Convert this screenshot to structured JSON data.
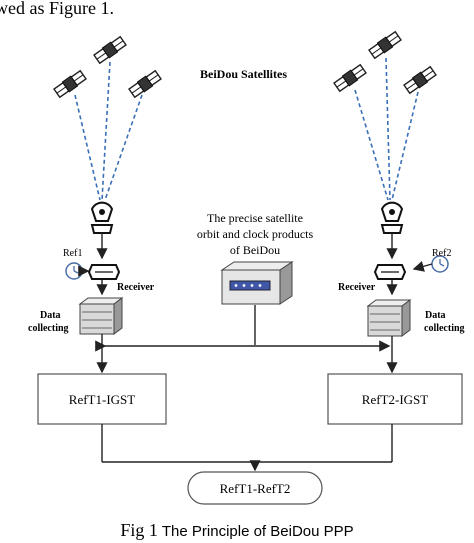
{
  "header_fragment": "wed as Figure 1.",
  "diagram": {
    "satellites_label": "BeiDou Satellites",
    "center_label_lines": [
      "The precise satellite",
      "orbit and clock products",
      "of BeiDou"
    ],
    "left": {
      "ref": "Ref1",
      "receiver": "Receiver",
      "data_collecting_lines": [
        "Data",
        "collecting"
      ],
      "box": "RefT1-IGST"
    },
    "right": {
      "ref": "Ref2",
      "receiver": "Receiver",
      "data_collecting_lines": [
        "Data",
        "collecting"
      ],
      "box": "RefT2-IGST"
    },
    "result": "RefT1-RefT2"
  },
  "caption": {
    "prefix": "Fig 1",
    "text": "The Principle of BeiDou PPP"
  },
  "colors": {
    "signal_line": "#3a6fb5",
    "line": "#222222",
    "server_face": "#d9d9d9"
  },
  "icons": [
    "satellite-icon",
    "antenna-icon",
    "clock-icon",
    "receiver-icon",
    "server-icon",
    "product-server-icon"
  ]
}
